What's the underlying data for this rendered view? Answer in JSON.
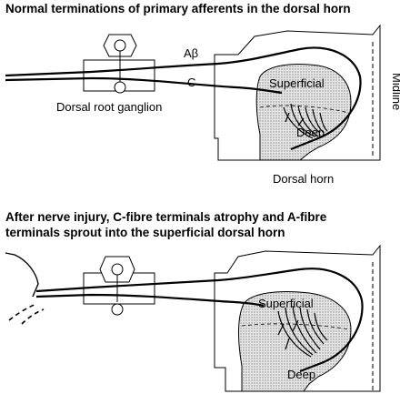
{
  "panel_top": {
    "title": "Normal terminations of primary afferents in the dorsal horn",
    "labels": {
      "abeta": "Aβ",
      "c": "C",
      "superficial": "Superficial",
      "drg": "Dorsal root ganglion",
      "midline": "Midline",
      "deep": "Deep",
      "dorsal_horn": "Dorsal horn"
    }
  },
  "panel_bottom": {
    "title_line1": "After nerve injury, C-fibre terminals atrophy and A-fibre",
    "title_line2": "terminals sprout into the superficial dorsal horn",
    "labels": {
      "superficial": "Superficial",
      "deep": "Deep"
    }
  },
  "colors": {
    "line": "#000000",
    "stipple": "#c8c8c8",
    "background": "#ffffff"
  }
}
